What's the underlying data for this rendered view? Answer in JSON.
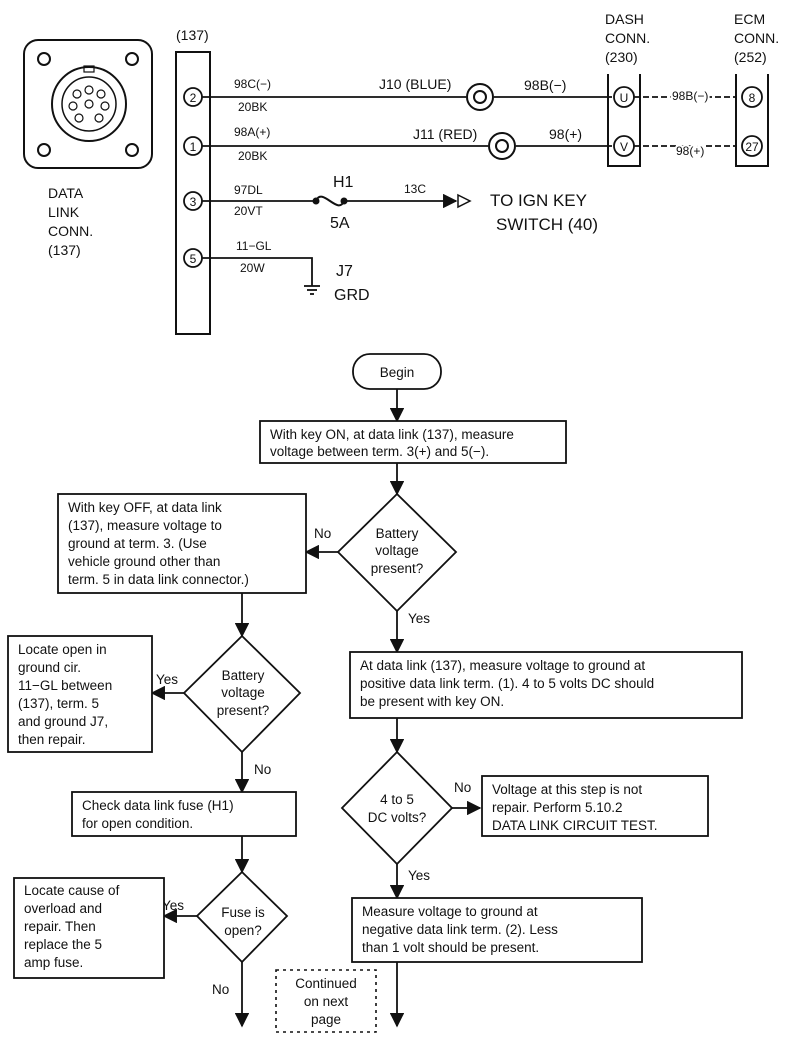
{
  "schematic": {
    "data_link_conn": {
      "ref_top": "(137)",
      "label_lines": [
        "DATA",
        "LINK",
        "CONN.",
        "(137)"
      ]
    },
    "dash_conn": {
      "label_lines": [
        "DASH",
        "CONN.",
        "(230)"
      ],
      "pin_u": "U",
      "pin_v": "V"
    },
    "ecm_conn": {
      "label_lines": [
        "ECM",
        "CONN.",
        "(252)"
      ],
      "pin_8": "8",
      "pin_27": "27"
    },
    "pins": [
      "2",
      "1",
      "3",
      "5"
    ],
    "wires": {
      "w2_top": "98C(−)",
      "w2_bottom": "20BK",
      "w1_top": "98A(+)",
      "w1_bottom": "20BK",
      "w3_top": "97DL",
      "w3_bottom": "20VT",
      "w5_top": "11−GL",
      "w5_bottom": "20W",
      "j10": "J10 (BLUE)",
      "j11": "J11 (RED)",
      "w98b_dash": "98B(−)",
      "w98_dash": "98(+)",
      "w98b_ecm": "98B(−)",
      "w98_ecm": "98(+)",
      "w13c": "13C"
    },
    "fuse": {
      "name": "H1",
      "rating": "5A"
    },
    "ign_switch": [
      "TO IGN KEY",
      "SWITCH (40)"
    ],
    "ground": {
      "name": "J7",
      "label": "GRD"
    }
  },
  "flowchart": {
    "begin": "Begin",
    "step1": [
      "With key ON, at data link (137), measure",
      "voltage between term. 3(+) and 5(−)."
    ],
    "decision1": [
      "Battery",
      "voltage",
      "present?"
    ],
    "no1": "No",
    "yes1": "Yes",
    "step_off": [
      "With key OFF, at data link",
      "(137), measure voltage to",
      "ground at term. 3. (Use",
      "vehicle ground other than",
      "term. 5 in data link connector.)"
    ],
    "decision2": [
      "Battery",
      "voltage",
      "present?"
    ],
    "yes2": "Yes",
    "no2": "No",
    "locate_open": [
      "Locate open in",
      "ground cir.",
      "11−GL between",
      "(137), term. 5",
      "and ground J7,",
      "then repair."
    ],
    "check_fuse": [
      "Check data link fuse (H1)",
      "for open condition."
    ],
    "decision_fuse": [
      "Fuse is",
      "open?"
    ],
    "yes_fuse": "Yes",
    "no_fuse": "No",
    "locate_cause": [
      "Locate cause of",
      "overload and",
      "repair. Then",
      "replace the 5",
      "amp fuse."
    ],
    "continued": [
      "Continued",
      "on next",
      "page"
    ],
    "step_pos": [
      "At data link (137), measure voltage to ground at",
      "positive data link term. (1). 4 to 5 volts DC should",
      "be present with key ON."
    ],
    "decision_dc": [
      "4 to 5",
      "DC volts?"
    ],
    "no_dc": "No",
    "yes_dc": "Yes",
    "voltage_box": [
      "Voltage at this step is not",
      "repair. Perform 5.10.2",
      "DATA LINK CIRCUIT TEST."
    ],
    "step_neg": [
      "Measure voltage to ground at",
      "negative data link term. (2). Less",
      "than 1 volt should be present."
    ]
  }
}
